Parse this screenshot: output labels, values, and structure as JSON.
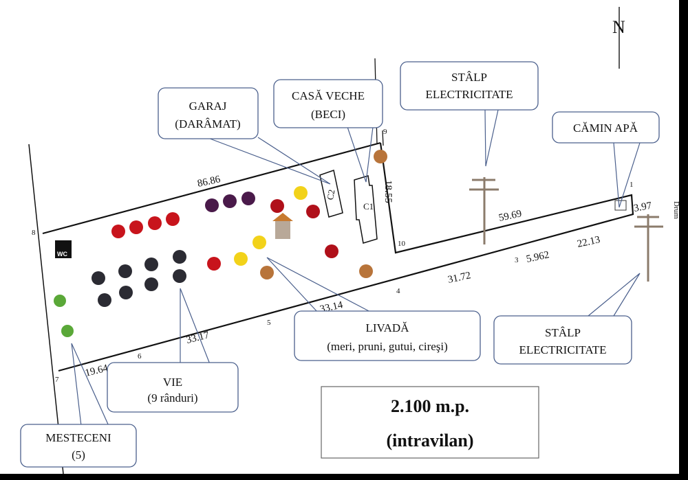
{
  "north_label": "N",
  "road_label": "Drum",
  "callouts": {
    "garaj": [
      "GARAJ",
      "(DARÂMAT)"
    ],
    "casa": [
      "CASĂ VECHE",
      "(BECI)"
    ],
    "stalp_top": [
      "STÂLP",
      "ELECTRICITATE"
    ],
    "camin": [
      "CĂMIN APĂ"
    ],
    "stalp_bottom": [
      "STÂLP",
      "ELECTRICITATE"
    ],
    "livada": [
      "LIVADĂ",
      "(meri, pruni, gutui, cireşi)"
    ],
    "vie": [
      "VIE",
      "(9 rânduri)"
    ],
    "mesteceni": [
      "MESTECENI",
      "(5)"
    ]
  },
  "area": {
    "value": "2.100 m.p.",
    "note": "(intravilan)"
  },
  "buildings": {
    "c1": "C1",
    "c2": "C2",
    "wc": "WC"
  },
  "dimensions": {
    "top": "86.86",
    "side_9_10": "18.55",
    "top_right": "59.69",
    "right": "3.97",
    "b1": "22.13",
    "b2": "5.962",
    "b3": "31.72",
    "b4": "33.14",
    "b5": "33.17",
    "b6": "19.64"
  },
  "points": {
    "p1": "1",
    "p3": "3",
    "p4": "4",
    "p5": "5",
    "p6": "6",
    "p7": "7",
    "p8": "8",
    "p9": "9",
    "p10": "10"
  },
  "colors": {
    "callout_border": "#4a5f8c",
    "pole": "#8b7b6b",
    "apple": "#c8141c",
    "plum": "#4a1a4a",
    "quince": "#f2d21a",
    "grape": "#2b2b33",
    "walnut": "#b8743a"
  }
}
